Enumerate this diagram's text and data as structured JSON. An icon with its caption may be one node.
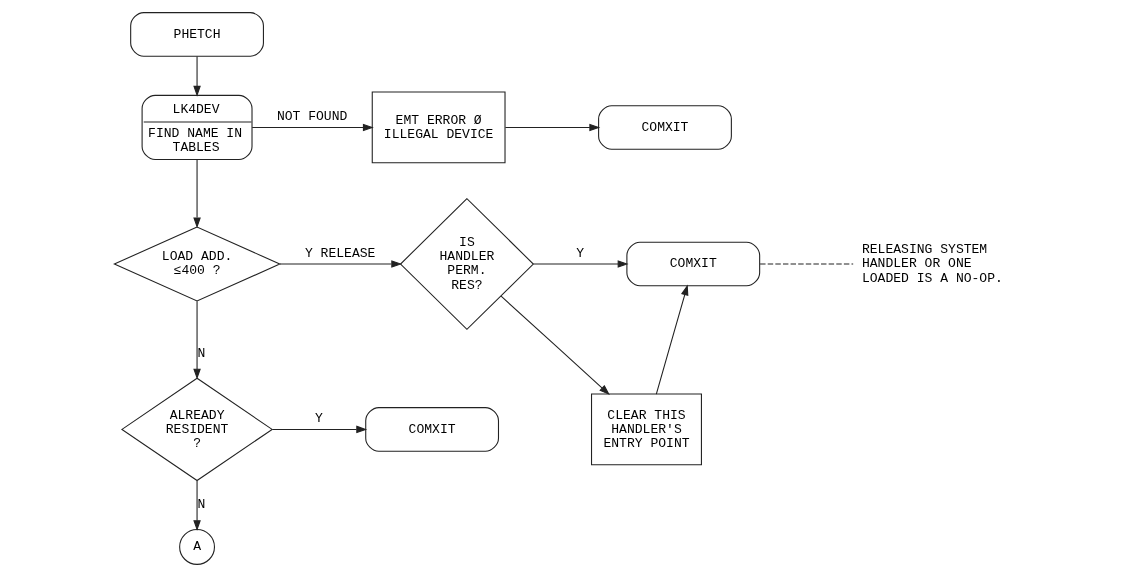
{
  "diagram": {
    "nodes": [
      {
        "text": [
          "PHETCH"
        ]
      },
      {
        "text": [
          "LK4DEV",
          "FIND NAME IN TABLES"
        ]
      },
      {
        "text": [
          "EMT ERROR Ø ILLEGAL DEVICE"
        ]
      },
      {
        "text": [
          "COMXIT"
        ]
      },
      {
        "text": [
          "LOAD ADD. ≤400 ?"
        ]
      },
      {
        "text": [
          "IS HANDLER PERM. RES?"
        ]
      },
      {
        "text": [
          "COMXIT"
        ]
      },
      {
        "text": [
          "RELEASING SYSTEM HANDLER OR ONE LOADED IS A NO-OP."
        ]
      },
      {
        "text": [
          "CLEAR THIS HANDLER'S ENTRY POINT"
        ]
      },
      {
        "text": [
          "COMXIT"
        ]
      },
      {
        "text": [
          "ALREADY RESIDENT ?"
        ]
      },
      {
        "text": [
          "A"
        ]
      }
    ],
    "edges": [
      {
        "from": 0,
        "to": 1,
        "arrow": "to"
      },
      {
        "from": 1,
        "to": 2,
        "arrow": "to",
        "label": "NOT FOUND"
      },
      {
        "from": 2,
        "to": 3,
        "arrow": "to"
      },
      {
        "from": 1,
        "to": 4,
        "arrow": "to"
      },
      {
        "from": 4,
        "to": 5,
        "arrow": "to",
        "label": "Y RELEASE"
      },
      {
        "from": 5,
        "to": 6,
        "arrow": "to",
        "label": "Y"
      },
      {
        "from": 5,
        "to": 8,
        "arrow": "to"
      },
      {
        "from": 8,
        "to": 6,
        "arrow": "to"
      },
      {
        "from": 6,
        "to": 7,
        "arrow": "none",
        "style": "dashed"
      },
      {
        "from": 4,
        "to": 10,
        "arrow": "to",
        "label": "N"
      },
      {
        "from": 10,
        "to": 9,
        "arrow": "to",
        "label": "Y"
      },
      {
        "from": 10,
        "to": 11,
        "arrow": "to",
        "label": "N"
      }
    ]
  }
}
